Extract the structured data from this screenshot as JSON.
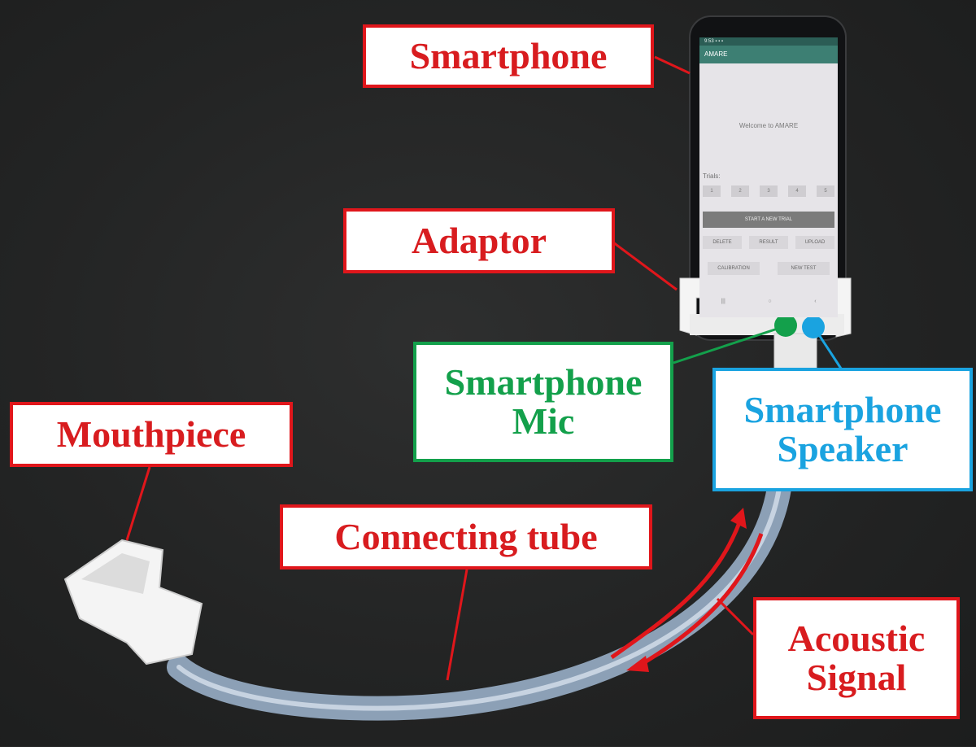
{
  "labels": {
    "smartphone": "Smartphone",
    "adaptor": "Adaptor",
    "mic_line1": "Smartphone",
    "mic_line2": "Mic",
    "speaker_line1": "Smartphone",
    "speaker_line2": "Speaker",
    "mouthpiece": "Mouthpiece",
    "connecting_tube": "Connecting tube",
    "acoustic_line1": "Acoustic",
    "acoustic_line2": "Signal"
  },
  "phone_screen": {
    "status_text": "9:53 ▪ ▪ ▪",
    "app_title": "AMARE",
    "welcome": "Welcome to AMARE",
    "trial_label": "Trials:",
    "trial_buttons": [
      "1",
      "2",
      "3",
      "4",
      "5"
    ],
    "start_button": "START A NEW TRIAL",
    "buttons_row1": [
      "DELETE",
      "RESULT",
      "UPLOAD"
    ],
    "buttons_row2": [
      "CALIBRATION",
      "NEW TEST"
    ],
    "nav_icons": [
      "|||",
      "○",
      "‹"
    ]
  },
  "colors": {
    "label_red": "#e0161b",
    "mic_green": "#13a04b",
    "speaker_blue": "#1aa3e0",
    "background": "#232424"
  }
}
